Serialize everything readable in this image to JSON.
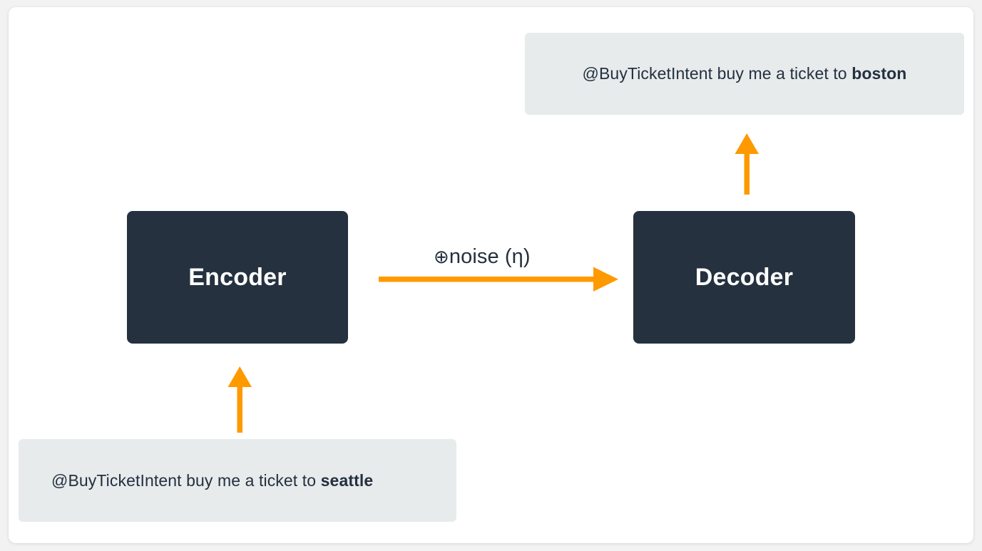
{
  "diagram": {
    "type": "encoder-decoder-with-noise",
    "background_color": "#ffffff",
    "page_background_color": "#f2f2f3",
    "accent_color": "#ff9900",
    "box_fill_color": "#25313f",
    "utterance_fill_color": "#e7ebec",
    "text_color": "#25303f"
  },
  "output": {
    "utterance_prefix": "@BuyTicketIntent buy me a ticket to ",
    "slot_value": "boston",
    "full_text": "@BuyTicketIntent buy me a ticket to boston"
  },
  "input": {
    "utterance_prefix": "@BuyTicketIntent buy me a ticket to ",
    "slot_value": "seattle",
    "full_text": "@BuyTicketIntent buy me a ticket to seattle"
  },
  "encoder": {
    "label": "Encoder"
  },
  "decoder": {
    "label": "Decoder"
  },
  "noise": {
    "symbol": "⊕",
    "label": "noise (η)",
    "full_label": "⊕noise (η)"
  },
  "arrows": {
    "input_to_encoder": "up-arrow",
    "encoder_to_decoder": "right-arrow",
    "decoder_to_output": "up-arrow"
  }
}
